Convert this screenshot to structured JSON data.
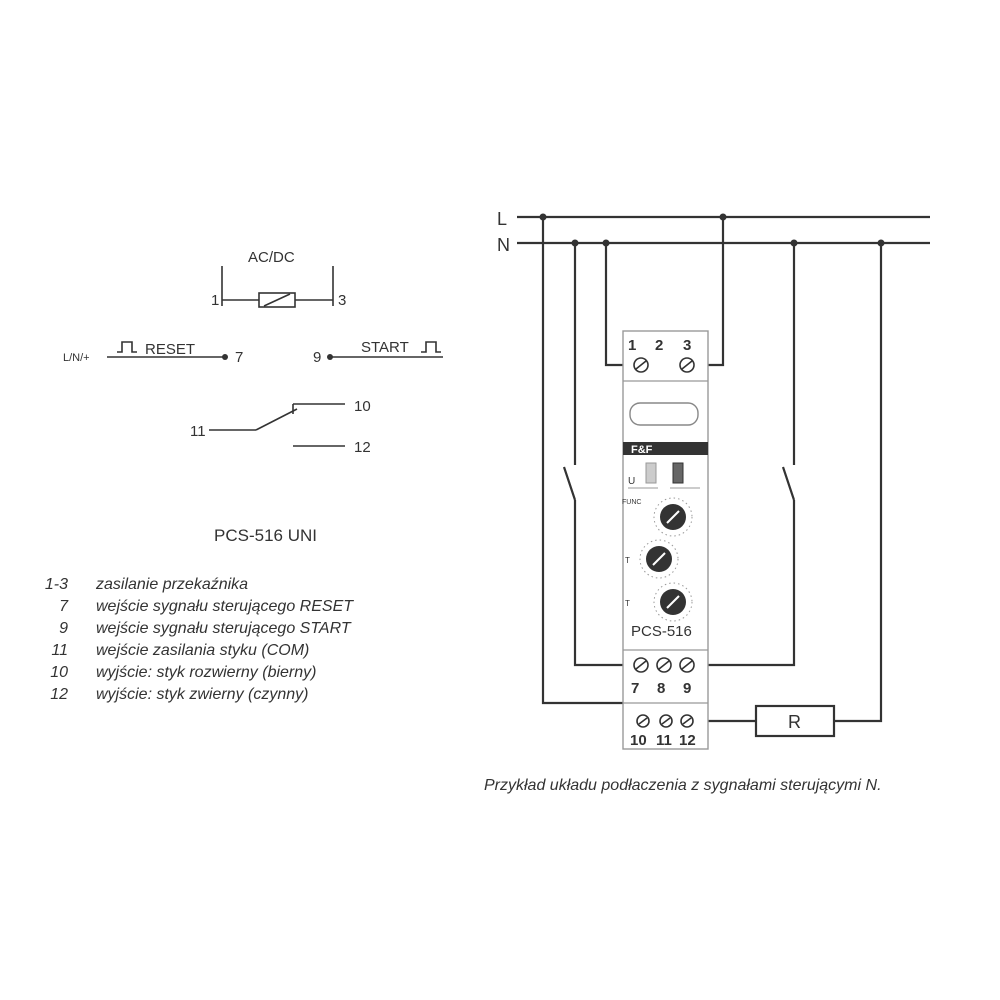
{
  "symbol": {
    "supply_label": "AC/DC",
    "t1": "1",
    "t3": "3",
    "lnplus": "L/N/+",
    "reset_label": "RESET",
    "t7": "7",
    "t9": "9",
    "start_label": "START",
    "t10": "10",
    "t11": "11",
    "t12": "12",
    "model": "PCS-516 UNI"
  },
  "legend": [
    {
      "num": "1-3",
      "desc": "zasilanie przekaźnika"
    },
    {
      "num": "7",
      "desc": "wejście sygnału sterującego RESET"
    },
    {
      "num": "9",
      "desc": "wejście sygnału sterującego START"
    },
    {
      "num": "11",
      "desc": "wejście zasilania styku (COM)"
    },
    {
      "num": "10",
      "desc": "wyjście: styk rozwierny (bierny)"
    },
    {
      "num": "12",
      "desc": "wyjście: styk zwierny (czynny)"
    }
  ],
  "wiring": {
    "line_L": "L",
    "line_N": "N",
    "top_terminals": [
      "1",
      "2",
      "3"
    ],
    "mid_terminals": [
      "7",
      "8",
      "9"
    ],
    "bot_terminals": [
      "10",
      "11",
      "12"
    ],
    "logo": "F&F",
    "led_u": "U",
    "func_label": "FUNC",
    "t1_label": "T",
    "t2_label": "T",
    "device_name": "PCS-516",
    "resistor": "R"
  },
  "caption": "Przykład układu podłaczenia z sygnałami sterującymi N."
}
